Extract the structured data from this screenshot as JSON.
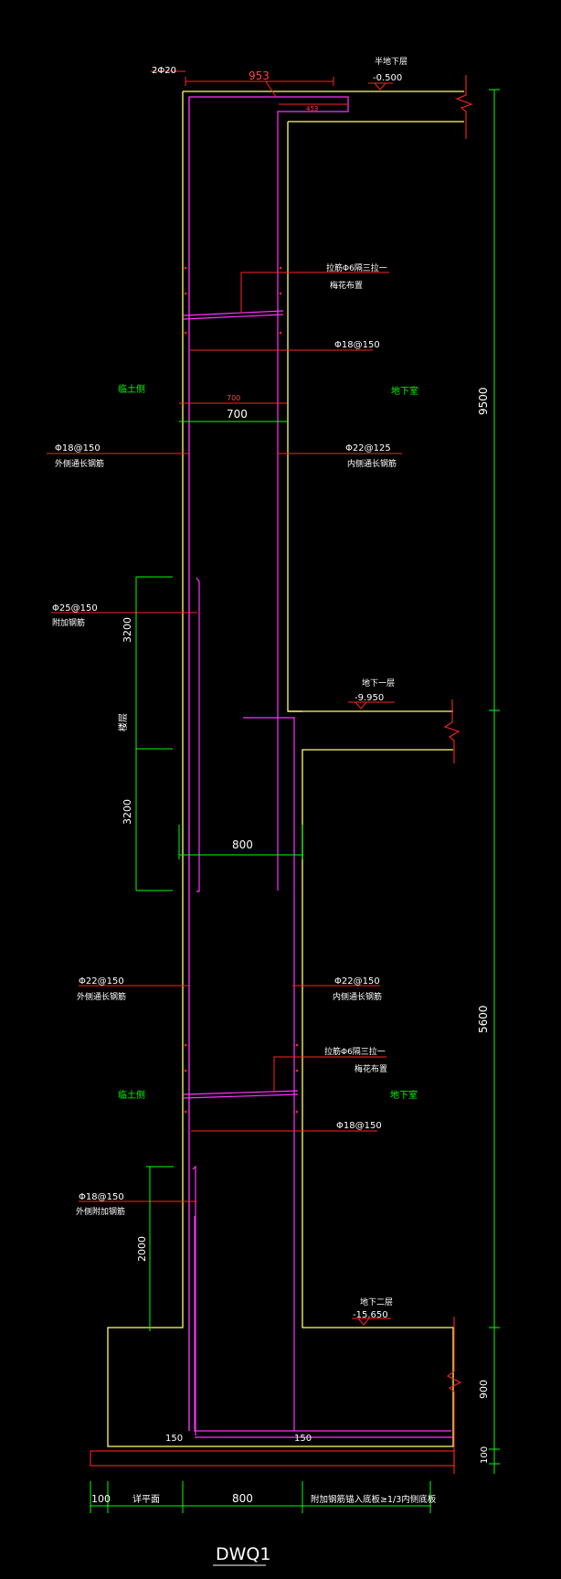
{
  "drawing_title": "DWQ1",
  "colors": {
    "background": "#000000",
    "wall_outline": "#ffff66",
    "rebar": "#ff33ff",
    "leader": "#ff2222",
    "dimension": "#00ff00",
    "text": "#ffffff",
    "zone_label": "#00ff00",
    "cut_line": "#ff2222"
  },
  "levels": {
    "top": {
      "name": "半地下层",
      "elev": "-0.500"
    },
    "b1": {
      "name": "地下一层",
      "elev": "-9.950"
    },
    "b2": {
      "name": "地下二层",
      "elev": "-15.650"
    }
  },
  "top_bar": {
    "label": "2Φ20",
    "length": "953",
    "inner_length": "453"
  },
  "zones": {
    "soil_side": "临土侧",
    "basement_side": "地下室"
  },
  "labels": {
    "tie_upper_1": "拉筋Φ6隔三拉一",
    "tie_upper_2": "梅花布置",
    "horiz_upper": "Φ18@150",
    "outer_upper_1": "Φ18@150",
    "outer_upper_2": "外侧通长钢筋",
    "inner_upper_1": "Φ22@125",
    "inner_upper_2": "内侧通长钢筋",
    "extra_1": "Φ25@150",
    "extra_2": "附加钢筋",
    "slab_level": "楼层",
    "outer_lower_1": "Φ22@150",
    "outer_lower_2": "外侧通长钢筋",
    "inner_lower_1": "Φ22@150",
    "inner_lower_2": "内侧通长钢筋",
    "tie_lower_1": "拉筋Φ6隔三拉一",
    "tie_lower_2": "梅花布置",
    "horiz_lower": "Φ18@150",
    "extra_lower_1": "Φ18@150",
    "extra_lower_2": "外侧附加钢筋"
  },
  "dims": {
    "wall_upper": "700",
    "wall_upper_red": "700",
    "wall_lower": "800",
    "ext_upper_a": "3200",
    "ext_upper_b": "3200",
    "ext_lower": "2000",
    "height_1": "9500",
    "height_2": "5600",
    "height_3": "900",
    "height_4": "100",
    "anchor_left": "150",
    "anchor_right": "150"
  },
  "bottom_dims": {
    "seg1": "100",
    "seg2": "详平面",
    "seg3": "800",
    "seg4": "附加钢筋锚入底板≥1/3内侧底板"
  }
}
